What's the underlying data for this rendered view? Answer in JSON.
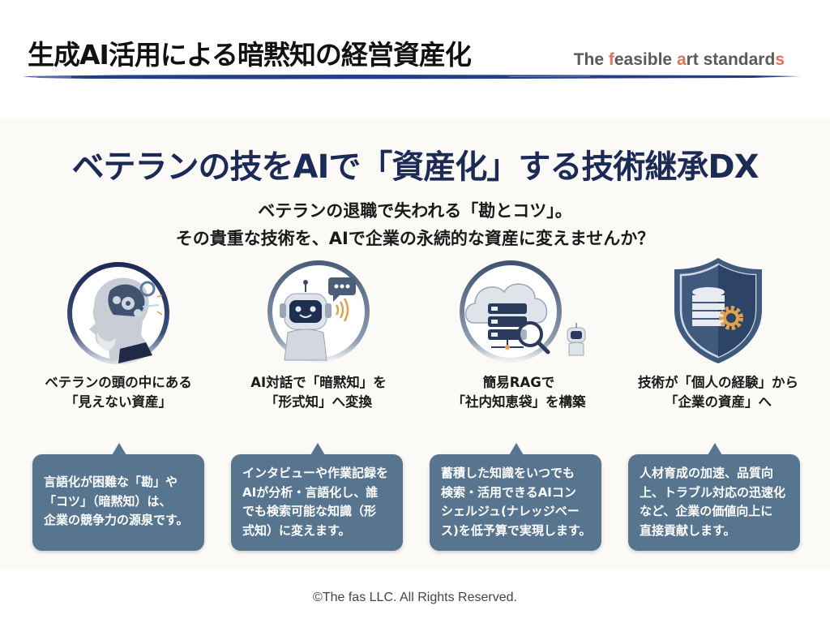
{
  "header": {
    "title": "生成AI活用による暗黙知の経営資産化",
    "brand": {
      "part1": "The ",
      "f": "f",
      "part2": "easible ",
      "a": "a",
      "part3": "rt standard",
      "s": "s"
    },
    "brand_accent_color": "#e0735c",
    "brush_color": "#253f86"
  },
  "main": {
    "title": "ベテランの技をAIで「資産化」する技術継承DX",
    "subtitle_line1": "ベテランの退職で失われる「勘とコツ」。",
    "subtitle_line2": "その貴重な技術を、AIで企業の永続的な資産に変えませんか？"
  },
  "columns": [
    {
      "icon": "veteran-head-gears-icon",
      "caption": "ベテランの頭の中にある\n「見えない資産」",
      "bubble": "言語化が困難な「勘」や\n「コツ」（暗黙知）は、\n企業の競争力の源泉です。"
    },
    {
      "icon": "ai-robot-chat-icon",
      "caption": "AI対話で「暗黙知」を\n「形式知」へ変換",
      "bubble": "インタビューや作業記録を\nAIが分析・言語化し、誰\nでも検索可能な知識（形\n式知）に変えます。"
    },
    {
      "icon": "cloud-server-search-icon",
      "caption": "簡易RAGで\n「社内知恵袋」を構築",
      "bubble": "蓄積した知識をいつでも\n検索・活用できるAIコン\nシェルジュ(ナレッジベー\nス)を低予算で実現します。"
    },
    {
      "icon": "shield-database-gear-icon",
      "caption": "技術が「個人の経験」から\n「企業の資産」へ",
      "bubble": "人材育成の加速、品質向\n上、トラブル対応の迅速化\nなど、企業の価値向上に\n直接貢献します。"
    }
  ],
  "colors": {
    "title_navy": "#1c2b55",
    "bubble_bg": "#587590",
    "gear_orange": "#e0a050",
    "panel_bg": "#fbfaf6"
  },
  "footer": {
    "copyright": "©The fas LLC. All Rights Reserved."
  }
}
